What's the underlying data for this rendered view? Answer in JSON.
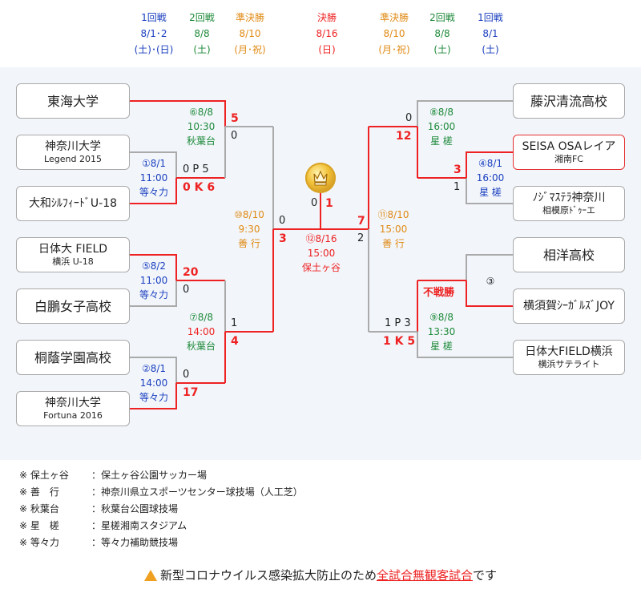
{
  "header": [
    {
      "round": "1回戦",
      "date": "8/1･2",
      "day": "(土)･(日)",
      "color": "#1a3fbf"
    },
    {
      "round": "2回戦",
      "date": "8/8",
      "day": "(土)",
      "color": "#1f8a3a"
    },
    {
      "round": "準決勝",
      "date": "8/10",
      "day": "(月･祝)",
      "color": "#e08a14"
    },
    {
      "round": "決勝",
      "date": "8/16",
      "day": "(日)",
      "color": "#e22222"
    },
    {
      "round": "準決勝",
      "date": "8/10",
      "day": "(月･祝)",
      "color": "#e08a14"
    },
    {
      "round": "2回戦",
      "date": "8/8",
      "day": "(土)",
      "color": "#1f8a3a"
    },
    {
      "round": "1回戦",
      "date": "8/1",
      "day": "(土)",
      "color": "#1a3fbf"
    }
  ],
  "teams_left": [
    {
      "name": "東海大学",
      "sub": ""
    },
    {
      "name": "神奈川大学",
      "sub": "Legend 2015"
    },
    {
      "name": "大和ｼﾙﾌｨｰﾄﾞU-18",
      "sub": ""
    },
    {
      "name": "日体大 FIELD",
      "sub": "横浜 U-18"
    },
    {
      "name": "白鵬女子高校",
      "sub": ""
    },
    {
      "name": "桐蔭学園高校",
      "sub": ""
    },
    {
      "name": "神奈川大学",
      "sub": "Fortuna 2016"
    }
  ],
  "teams_right": [
    {
      "name": "藤沢清流高校",
      "sub": ""
    },
    {
      "name": "SEISA OSAレイア",
      "sub": "湘南FC"
    },
    {
      "name": "ﾉｼﾞﾏｽﾃﾗ神奈川",
      "sub": "相模原ﾄﾞｩｰエ"
    },
    {
      "name": "相洋高校",
      "sub": ""
    },
    {
      "name": "横須賀ｼｰｶﾞﾙｽﾞJOY",
      "sub": ""
    },
    {
      "name": "日体大FIELD横浜",
      "sub": "横浜サテライト"
    }
  ],
  "matches": {
    "m1": {
      "no": "①8/1",
      "time": "11:00",
      "venue": "等々力"
    },
    "m2": {
      "no": "②8/1",
      "time": "14:00",
      "venue": "等々力"
    },
    "m3": {
      "no": "③"
    },
    "m4": {
      "no": "④8/1",
      "time": "16:00",
      "venue": "星 槎"
    },
    "m5": {
      "no": "⑤8/2",
      "time": "11:00",
      "venue": "等々力"
    },
    "m6": {
      "no": "⑥8/8",
      "time": "10:30",
      "venue": "秋葉台"
    },
    "m7": {
      "no": "⑦8/8",
      "time": "14:00",
      "venue": "秋葉台"
    },
    "m8": {
      "no": "⑧8/8",
      "time": "16:00",
      "venue": "星 槎"
    },
    "m9": {
      "no": "⑨8/8",
      "time": "13:30",
      "venue": "星 槎"
    },
    "m10": {
      "no": "⑩8/10",
      "time": "9:30",
      "venue": "善 行"
    },
    "m11": {
      "no": "⑪8/10",
      "time": "15:00",
      "venue": "善 行"
    },
    "m12": {
      "no": "⑫8/16",
      "time": "15:00",
      "venue": "保土ヶ谷"
    }
  },
  "scores": {
    "m1_top": "0 P 5",
    "m1_bot": "0 K 6",
    "m2_top": "0",
    "m2_bot": "17",
    "m4_top": "3",
    "m4_bot": "1",
    "m5_top": "20",
    "m5_bot": "0",
    "m6_top": "5",
    "m6_bot": "0",
    "m7_top": "1",
    "m7_bot": "4",
    "m8_top": "0",
    "m8_bot": "12",
    "m9_top": "不戦勝",
    "m9_left_top": "1 P 3",
    "m9_left_bot": "1 K 5",
    "m10_top": "0",
    "m10_bot": "3",
    "m11_top": "7",
    "m11_bot": "2",
    "m12_left": "0",
    "m12_right": "1"
  },
  "notes": [
    {
      "key": "※ 保土ヶ谷",
      "value": "：保土ヶ谷公園サッカー場"
    },
    {
      "key": "※ 善　行",
      "value": "：神奈川県立スポーツセンター球技場（人工芝）"
    },
    {
      "key": "※ 秋葉台",
      "value": "：秋葉台公園球技場"
    },
    {
      "key": "※ 星　槎",
      "value": "：星槎湘南スタジアム"
    },
    {
      "key": "※ 等々力",
      "value": "：等々力補助競技場"
    }
  ],
  "warning": {
    "pre": "新型コロナウイルス感染拡大防止のため",
    "highlight": "全試合無観客試合",
    "post": "です"
  },
  "colors": {
    "win_line": "#e22222",
    "line": "#aaaaaa",
    "panel": "#f2f6fb"
  },
  "icons": {
    "trophy": "trophy-icon",
    "warning": "warning-icon"
  }
}
